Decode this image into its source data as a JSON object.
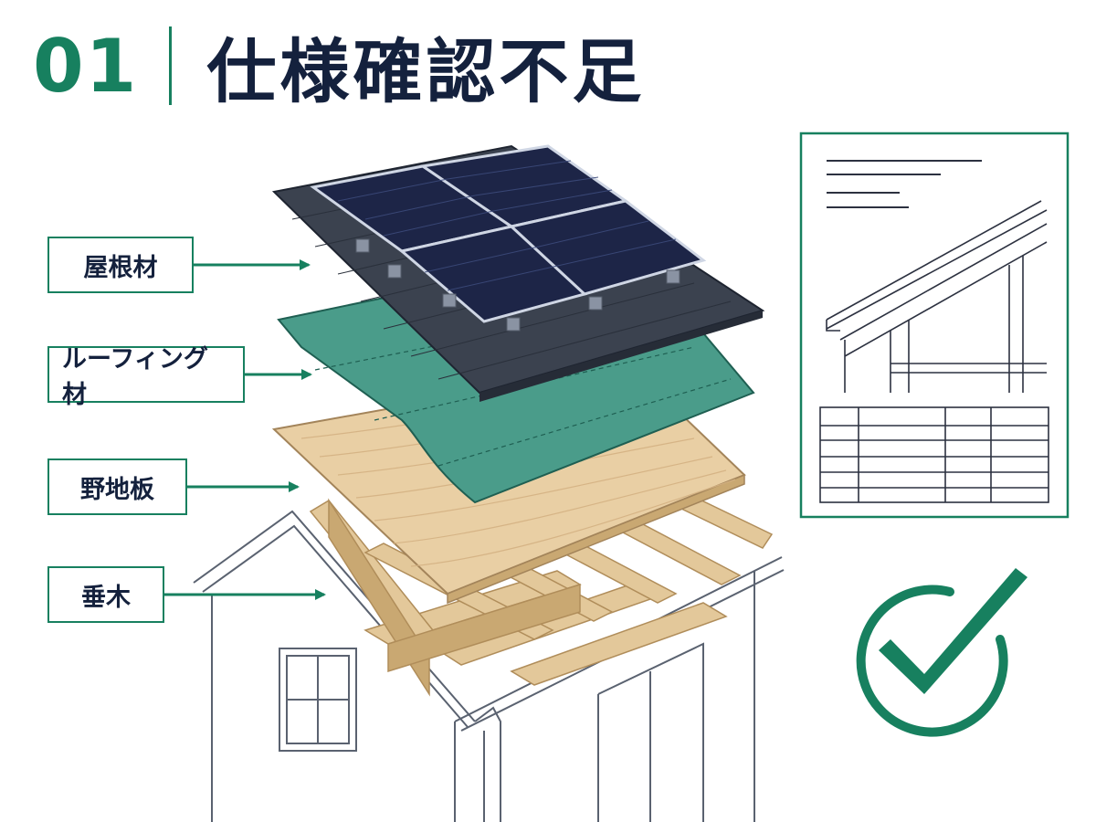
{
  "header": {
    "number": "01",
    "title": "仕様確認不足"
  },
  "layers": [
    {
      "label": "屋根材"
    },
    {
      "label": "ルーフィング材"
    },
    {
      "label": "野地板"
    },
    {
      "label": "垂木"
    }
  ],
  "colors": {
    "accent": "#17805f",
    "title": "#14213d",
    "roofing": "#4a9c8a",
    "sheathing": "#e9cfa4",
    "rafter": "#e3c89a",
    "roof_tile": "#3b424f",
    "solar_panel": "#1d2547"
  },
  "icons": {
    "spec_sheet": "document-icon",
    "check": "check-circle-icon"
  }
}
